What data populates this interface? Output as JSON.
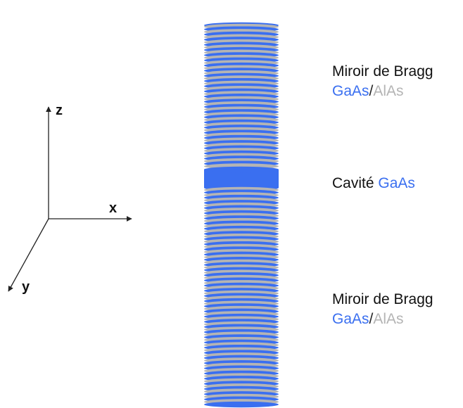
{
  "axes": {
    "z": "z",
    "x": "x",
    "y": "y"
  },
  "labels": {
    "top_mirror": {
      "title": "Miroir de Bragg",
      "mat1": "GaAs",
      "sep": "/",
      "mat2": "AlAs"
    },
    "cavity": {
      "title": "Cavité",
      "mat": "GaAs"
    },
    "bottom_mirror": {
      "title": "Miroir de Bragg",
      "mat1": "GaAs",
      "sep": "/",
      "mat2": "AlAs"
    }
  },
  "colors": {
    "gaas": "#3a6ff0",
    "alas": "#b4b4b4",
    "axis": "#222222"
  }
}
